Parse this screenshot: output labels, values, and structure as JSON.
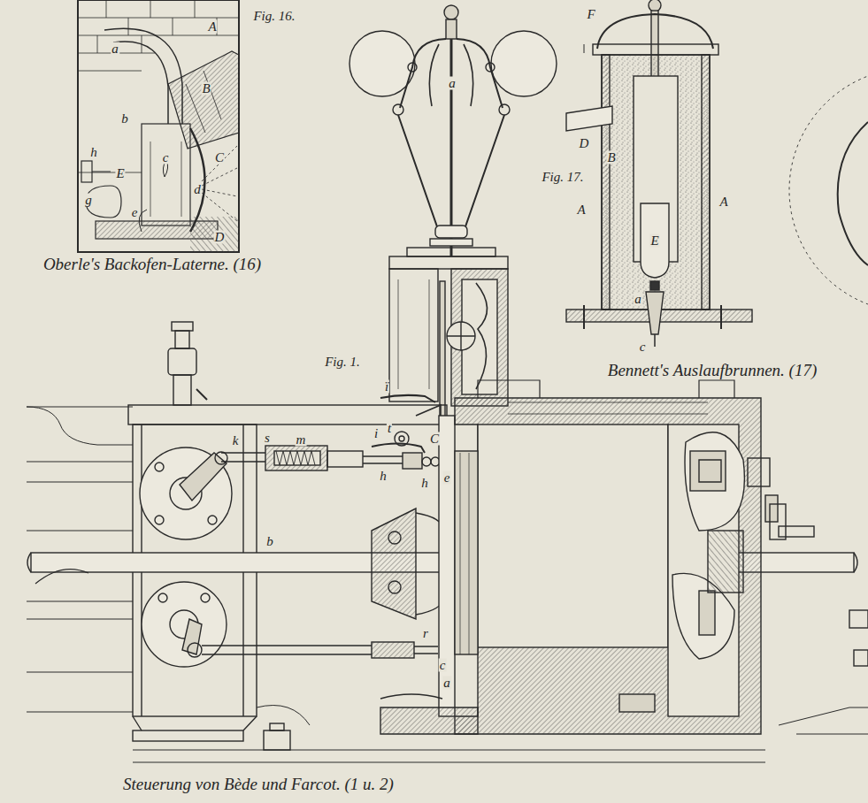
{
  "diagram": {
    "labels": [
      "A",
      "Fig. 16.",
      "a",
      "B",
      "b",
      "c",
      "C",
      "h",
      "E",
      "d",
      "g",
      "e",
      "D",
      "Oberle's Backofen-Laterne. (16)",
      "F",
      "a",
      "B",
      "Fig. 17.",
      "D",
      "A",
      "A",
      "E",
      "a",
      "c",
      "Bennett's Auslaufbrunnen. (17)",
      "Fig. 1.",
      "ï",
      "t",
      "C",
      "i",
      "k",
      "s",
      "m",
      "e",
      "h",
      "h",
      "b",
      "r",
      "c",
      "a",
      "Steuerung von Bède und Farcot. (1 u. 2)"
    ]
  }
}
